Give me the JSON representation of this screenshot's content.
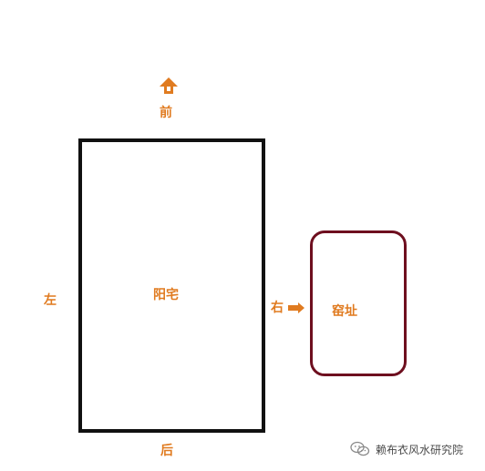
{
  "labels": {
    "front": "前",
    "back": "后",
    "left": "左",
    "right": "右",
    "house": "阳宅",
    "kiln": "窑址"
  },
  "watermark": {
    "text": "赖布衣风水研究院",
    "icon": "wechat-icon"
  },
  "icons": {
    "front_arrow": "up-arrow-icon",
    "right_arrow": "right-arrow-icon"
  },
  "colors": {
    "label": "#e07b20",
    "house_border": "#111111",
    "kiln_border": "#6e0f1f",
    "arrow": "#e07b20"
  }
}
